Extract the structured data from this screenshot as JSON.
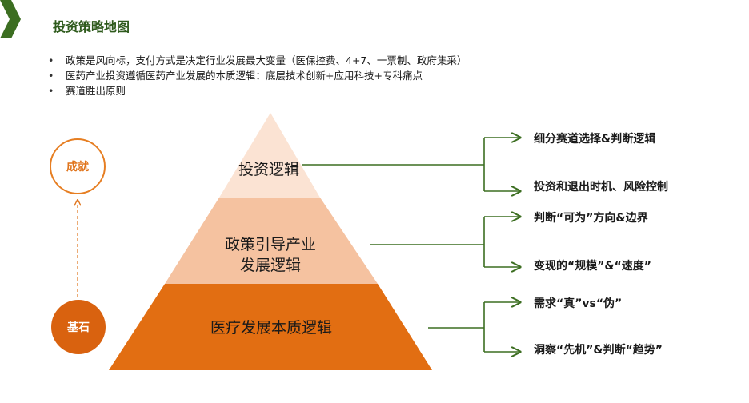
{
  "title": "投资策略地图",
  "bullets": [
    "政策是风向标，支付方式是决定行业发展最大变量（医保控费、4+7、一票制、政府集采）",
    "医药产业投资遵循医药产业发展的本质逻辑：底层技术创新+应用科技+专科痛点",
    "赛道胜出原则"
  ],
  "side": {
    "top_label": "成就",
    "bottom_label": "基石"
  },
  "pyramid": {
    "layers": [
      {
        "label": "投资逻辑",
        "color": "#fbe3d3"
      },
      {
        "label": "政策引导产业发展逻辑",
        "color": "#f5c2a0"
      },
      {
        "label": "医疗发展本质逻辑",
        "color": "#e26e12"
      }
    ]
  },
  "branches": [
    {
      "items": [
        "细分赛道选择&判断逻辑",
        "投资和退出时机、风险控制"
      ]
    },
    {
      "items": [
        "判断“可为”方向&边界",
        "变现的“规模”&“速度”"
      ]
    },
    {
      "items": [
        "需求“真”vs“伪”",
        "洞察“先机”&判断“趋势”"
      ]
    }
  ],
  "colors": {
    "accent_green": "#3c6e21",
    "title_green": "#2e5a1c",
    "orange": "#e0741c"
  }
}
